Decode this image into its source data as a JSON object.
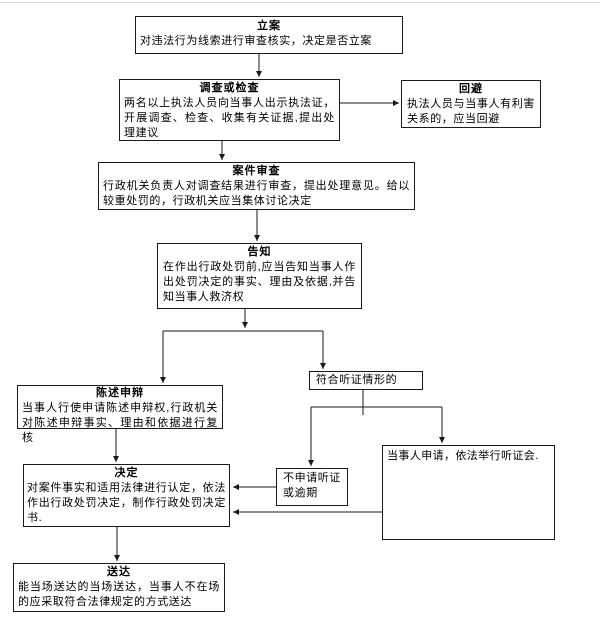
{
  "nodes": {
    "li_an": {
      "title": "立案",
      "body": "对违法行为线索进行审查核实，决定是否立案"
    },
    "diaocha": {
      "title": "调查或检查",
      "body": "两名以上执法人员向当事人出示执法证，开展调查、检查、收集有关证据,提出处理建议"
    },
    "huibi": {
      "title": "回避",
      "body": "执法人员与当事人有利害关系的，应当回避"
    },
    "shencha": {
      "title": "案件审查",
      "body": "行政机关负责人对调查结果进行审查，提出处理意见。给以较重处罚的，行政机关应当集体讨论决定"
    },
    "gaozhi": {
      "title": "告知",
      "body": "在作出行政处罚前,应当告知当事人作出处罚决定的事实、理由及依据,并告知当事人救济权"
    },
    "tingzheng_qingxing": {
      "body": "符合听证情形的"
    },
    "chenshu": {
      "title": "陈述申辩",
      "body": "当事人行使申请陈述申辩权,行政机关对陈述申辩事实、理由和依据进行复核"
    },
    "bu_shenqing": {
      "body": "不申请听证或逾期"
    },
    "tingzhenghui": {
      "body": "当事人申请，依法举行听证会."
    },
    "jueding": {
      "title": "决定",
      "body": "对案件事实和适用法律进行认定，依法作出行政处罚决定，制作行政处罚决定书."
    },
    "songda": {
      "title": "送达",
      "body": "能当场送达的当场送达，当事人不在场的应采取符合法律规定的方式送达"
    }
  },
  "colors": {
    "line": "#1a1a1a",
    "border": "#1a1a1a",
    "background": "#ffffff"
  }
}
